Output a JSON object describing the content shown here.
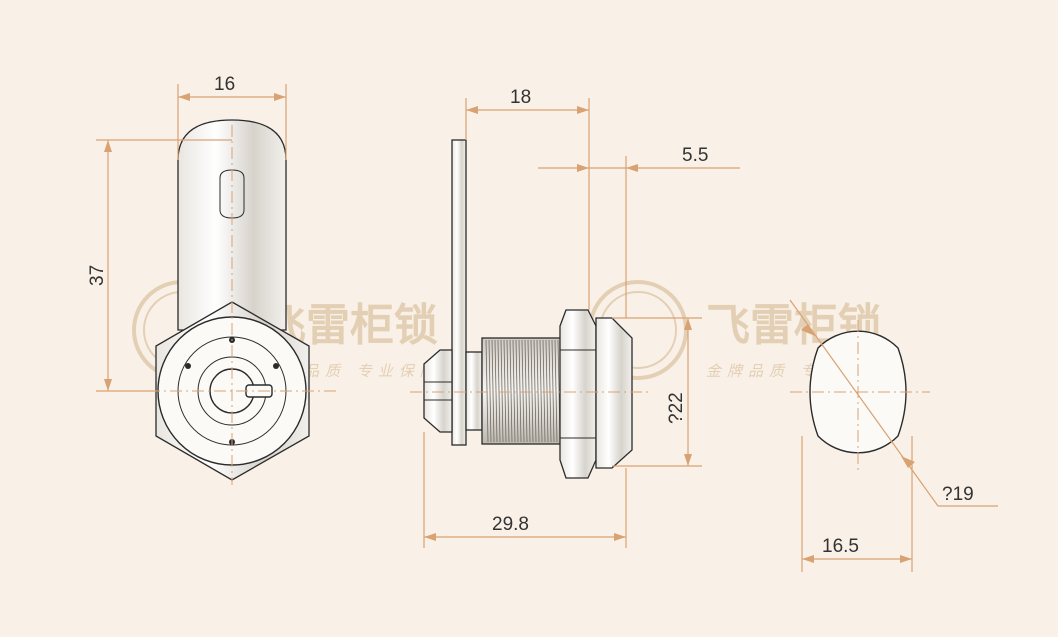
{
  "watermark": {
    "brand": "飞雷柜锁",
    "tagline": "金牌品质  专业保障"
  },
  "dimensions": {
    "width_16": "16",
    "height_37": "37",
    "depth_18": "18",
    "offset_5_5": "5.5",
    "thread_22": "?22",
    "length_29_8": "29.8",
    "diameter_19": "?19",
    "flat_16_5": "16.5"
  },
  "colors": {
    "background": "#f9f1e7",
    "dimension_line": "#d9a273",
    "outline": "#2b2b2b",
    "watermark": "#e3cfb4"
  }
}
